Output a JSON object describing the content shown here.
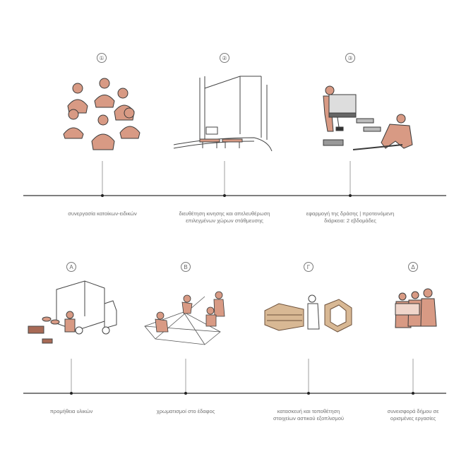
{
  "row1": {
    "stages": [
      {
        "marker": "①",
        "caption": "συνεργασία κατοίκων-ειδικών"
      },
      {
        "marker": "②",
        "caption": "διευθέτηση κινησης και απελευθέρωση επιλεγμένων χώρων στάθμευσης"
      },
      {
        "marker": "③",
        "caption": "εφαρμογή της δράσης | προτεινόμενη διάρκεια: 2 εβδομάδες"
      }
    ]
  },
  "row2": {
    "stages": [
      {
        "marker": "Α",
        "caption": "προμήθεια υλικών"
      },
      {
        "marker": "Β",
        "caption": "χρωματισμοί στο έδαφος"
      },
      {
        "marker": "Γ",
        "caption": "κατασκευή και τοποθέτηση στοιχείων αστικού εξοπλισμού"
      },
      {
        "marker": "Δ",
        "caption": "συνεισφορά δήμου σε ορισμένες εργασίες"
      }
    ]
  },
  "colors": {
    "accent": "#d89a84",
    "line": "#333333",
    "sketch": "#444444"
  }
}
